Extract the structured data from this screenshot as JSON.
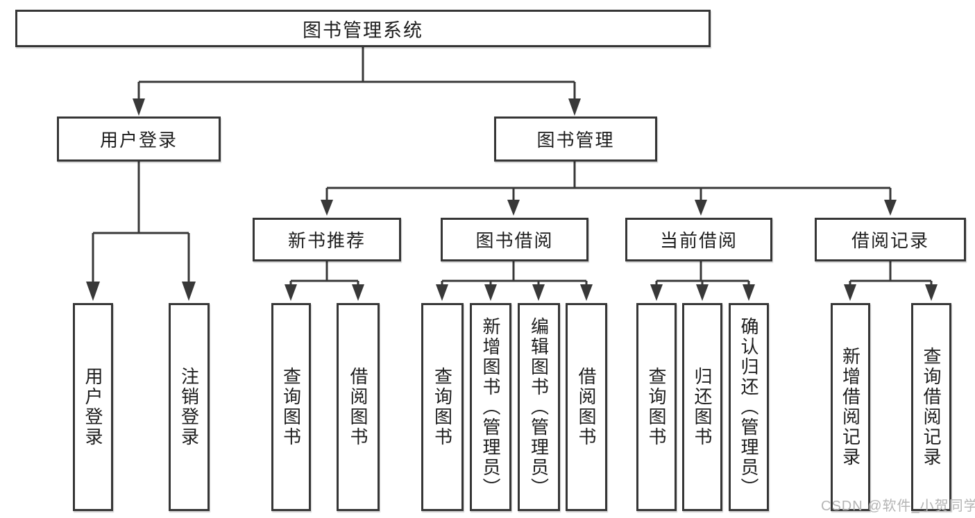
{
  "tree": {
    "root": {
      "label": "图书管理系统"
    },
    "branches": [
      {
        "label": "用户登录",
        "children": [
          {
            "label": "用户登录"
          },
          {
            "label": "注销登录"
          }
        ]
      },
      {
        "label": "图书管理",
        "children": [
          {
            "label": "新书推荐",
            "children": [
              {
                "label": "查询图书"
              },
              {
                "label": "借阅图书"
              }
            ]
          },
          {
            "label": "图书借阅",
            "children": [
              {
                "label": "查询图书"
              },
              {
                "label": "新增图书（管理员）"
              },
              {
                "label": "编辑图书（管理员）"
              },
              {
                "label": "借阅图书"
              }
            ]
          },
          {
            "label": "当前借阅",
            "children": [
              {
                "label": "查询图书"
              },
              {
                "label": "归还图书"
              },
              {
                "label": "确认归还（管理员）"
              }
            ]
          },
          {
            "label": "借阅记录",
            "children": [
              {
                "label": "新增借阅记录"
              },
              {
                "label": "查询借阅记录"
              }
            ]
          }
        ]
      }
    ]
  },
  "watermark": "CSDN @软件_小贺同学",
  "colors": {
    "line": "#383838",
    "box_border": "#363636",
    "text": "#1d1d1d",
    "background": "#ffffff",
    "watermark": "#b4b4b4"
  }
}
